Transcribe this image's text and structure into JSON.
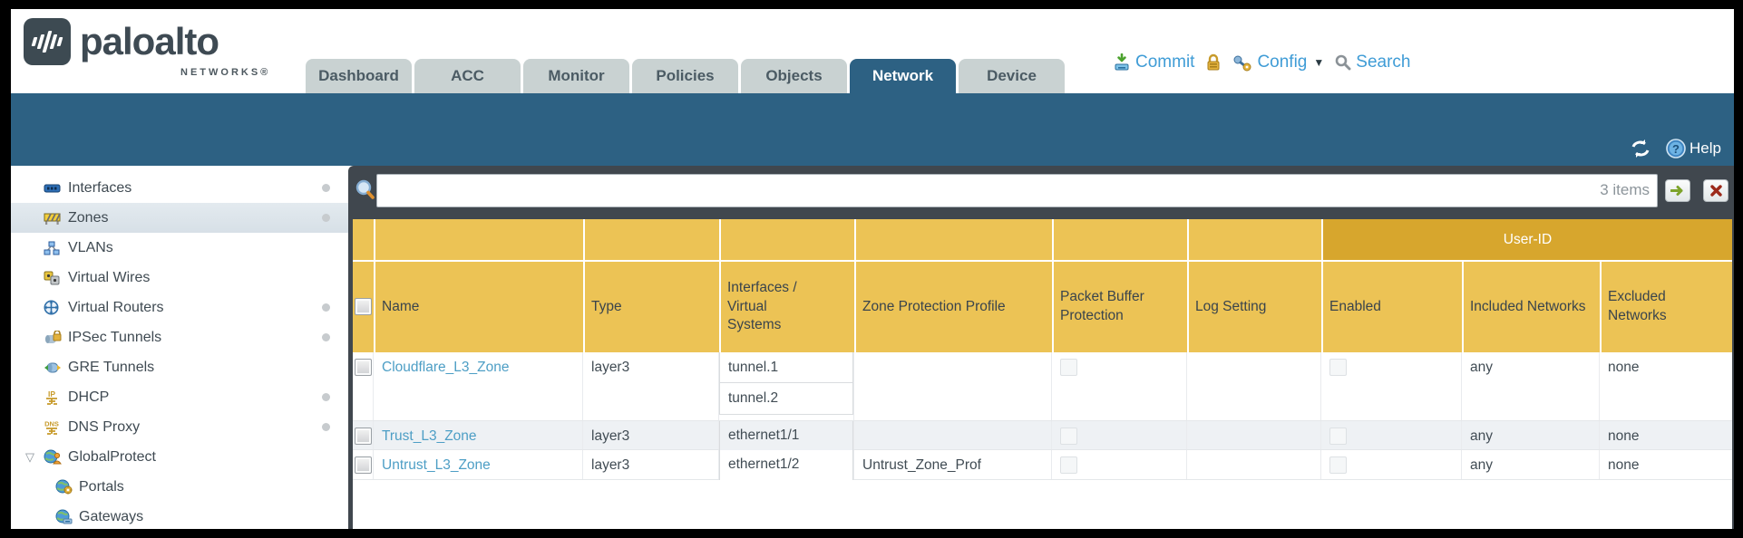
{
  "brand": {
    "name": "paloalto",
    "networks": "NETWORKS®"
  },
  "nav": {
    "tabs": [
      {
        "label": "Dashboard",
        "active": false
      },
      {
        "label": "ACC",
        "active": false
      },
      {
        "label": "Monitor",
        "active": false
      },
      {
        "label": "Policies",
        "active": false
      },
      {
        "label": "Objects",
        "active": false
      },
      {
        "label": "Network",
        "active": true
      },
      {
        "label": "Device",
        "active": false
      }
    ],
    "actions": {
      "commit": "Commit",
      "config": "Config",
      "search": "Search"
    }
  },
  "toolbar": {
    "help": "Help"
  },
  "sidebar": {
    "items": [
      {
        "label": "Interfaces",
        "icon": "interfaces-icon",
        "dot": true,
        "selected": false,
        "indent": false,
        "expander": false
      },
      {
        "label": "Zones",
        "icon": "zones-icon",
        "dot": true,
        "selected": true,
        "indent": false,
        "expander": false
      },
      {
        "label": "VLANs",
        "icon": "vlans-icon",
        "dot": false,
        "selected": false,
        "indent": false,
        "expander": false
      },
      {
        "label": "Virtual Wires",
        "icon": "virtual-wires-icon",
        "dot": false,
        "selected": false,
        "indent": false,
        "expander": false
      },
      {
        "label": "Virtual Routers",
        "icon": "virtual-routers-icon",
        "dot": true,
        "selected": false,
        "indent": false,
        "expander": false
      },
      {
        "label": "IPSec Tunnels",
        "icon": "ipsec-tunnels-icon",
        "dot": true,
        "selected": false,
        "indent": false,
        "expander": false
      },
      {
        "label": "GRE Tunnels",
        "icon": "gre-tunnels-icon",
        "dot": false,
        "selected": false,
        "indent": false,
        "expander": false
      },
      {
        "label": "DHCP",
        "icon": "dhcp-icon",
        "dot": true,
        "selected": false,
        "indent": false,
        "expander": false
      },
      {
        "label": "DNS Proxy",
        "icon": "dns-proxy-icon",
        "dot": true,
        "selected": false,
        "indent": false,
        "expander": false
      },
      {
        "label": "GlobalProtect",
        "icon": "globalprotect-icon",
        "dot": false,
        "selected": false,
        "indent": false,
        "expander": true
      },
      {
        "label": "Portals",
        "icon": "portals-icon",
        "dot": false,
        "selected": false,
        "indent": true,
        "expander": false
      },
      {
        "label": "Gateways",
        "icon": "gateways-icon",
        "dot": false,
        "selected": false,
        "indent": true,
        "expander": false
      }
    ]
  },
  "filter": {
    "value": "",
    "count": "3 items"
  },
  "table": {
    "group_header": "User-ID",
    "columns": [
      "",
      "Name",
      "Type",
      "Interfaces / Virtual Systems",
      "Zone Protection Profile",
      "Packet Buffer Protection",
      "Log Setting",
      "Enabled",
      "Included Networks",
      "Excluded Networks"
    ],
    "rows": [
      {
        "name": "Cloudflare_L3_Zone",
        "type": "layer3",
        "interfaces": [
          "tunnel.1",
          "tunnel.2"
        ],
        "zone_protection_profile": "",
        "log_setting": "",
        "included_networks": "any",
        "excluded_networks": "none"
      },
      {
        "name": "Trust_L3_Zone",
        "type": "layer3",
        "interfaces": [
          "ethernet1/1"
        ],
        "zone_protection_profile": "",
        "log_setting": "",
        "included_networks": "any",
        "excluded_networks": "none"
      },
      {
        "name": "Untrust_L3_Zone",
        "type": "layer3",
        "interfaces": [
          "ethernet1/2"
        ],
        "zone_protection_profile": "Untrust_Zone_Prof",
        "log_setting": "",
        "included_networks": "any",
        "excluded_networks": "none"
      }
    ]
  },
  "colors": {
    "accent_teal": "#2d6183",
    "header_amber": "#ecc355",
    "user_id_band": "#d7a62d",
    "link_blue": "#4d9ec5",
    "action_blue": "#3f9cd6"
  }
}
